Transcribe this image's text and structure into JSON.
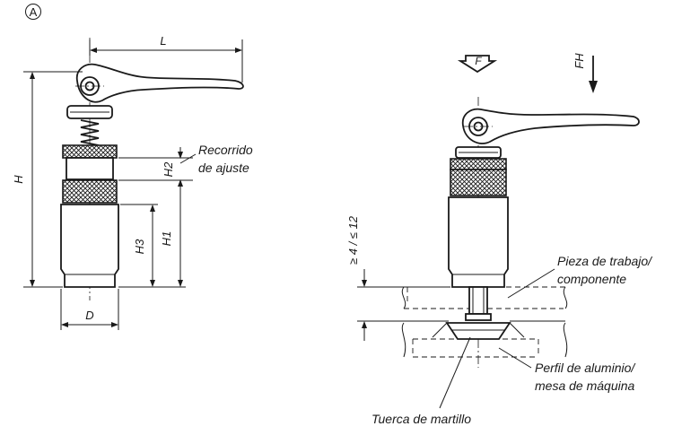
{
  "view_marker": "A",
  "dimensions": {
    "L": "L",
    "H": "H",
    "H1": "H1",
    "H2": "H2",
    "H3": "H3",
    "D": "D",
    "travel_range": "≥ 4 / ≤ 12"
  },
  "forces": {
    "F": "F",
    "FH": "FH"
  },
  "callouts": {
    "adjust_travel": [
      "Recorrido",
      "de ajuste"
    ],
    "workpiece": [
      "Pieza de trabajo/",
      "componente"
    ],
    "aluminium_profile": [
      "Perfil de aluminio/",
      "mesa de máquina"
    ],
    "hammer_nut": "Tuerca de martillo"
  }
}
